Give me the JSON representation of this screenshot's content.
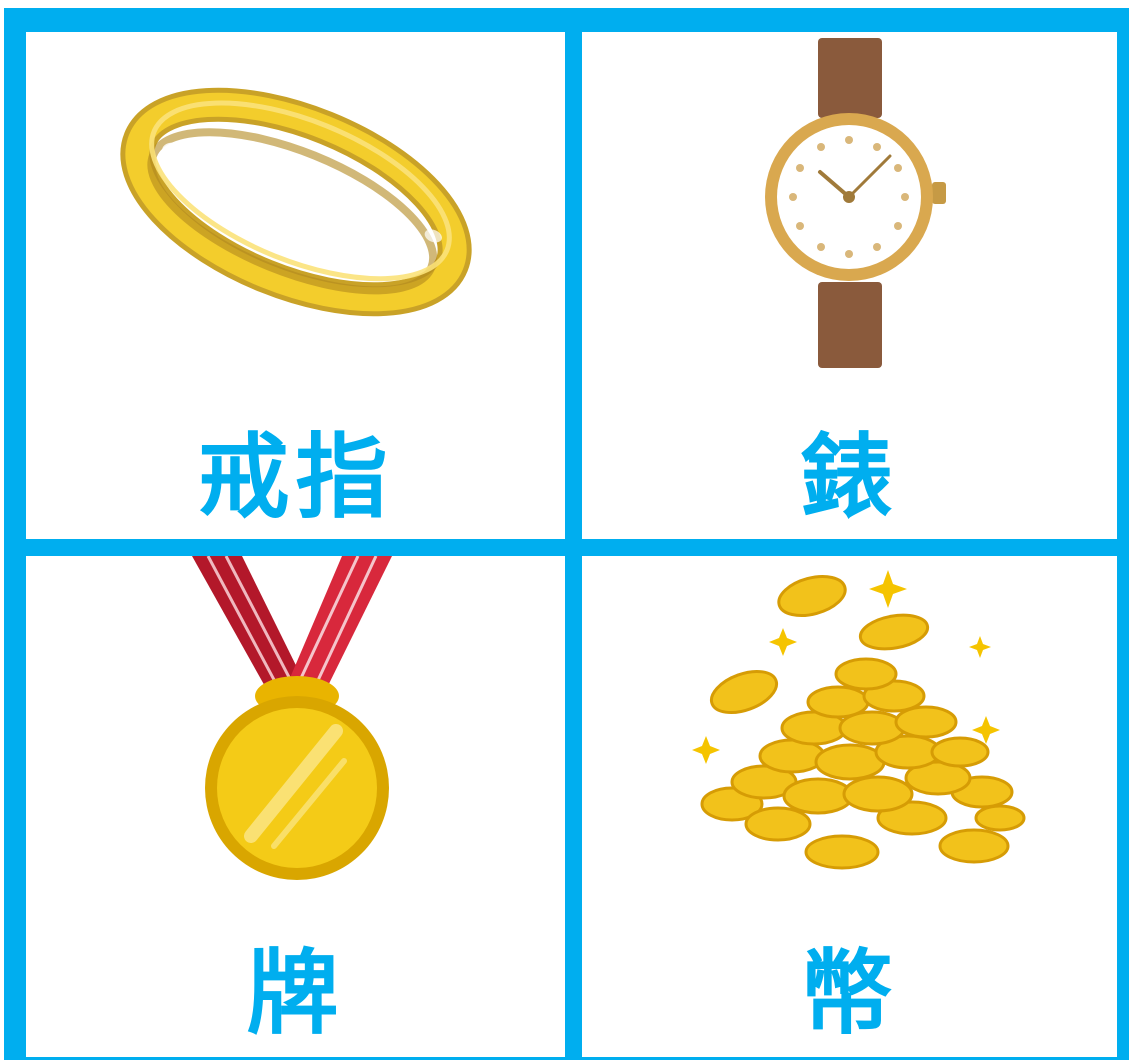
{
  "colors": {
    "border": "#00aeef",
    "label": "#00aeef",
    "card": "#ffffff"
  },
  "cards": [
    {
      "label": "戒指",
      "icon": "ring-icon"
    },
    {
      "label": "錶",
      "icon": "watch-icon"
    },
    {
      "label": "牌",
      "icon": "medal-icon"
    },
    {
      "label": "幣",
      "icon": "coins-icon"
    }
  ]
}
